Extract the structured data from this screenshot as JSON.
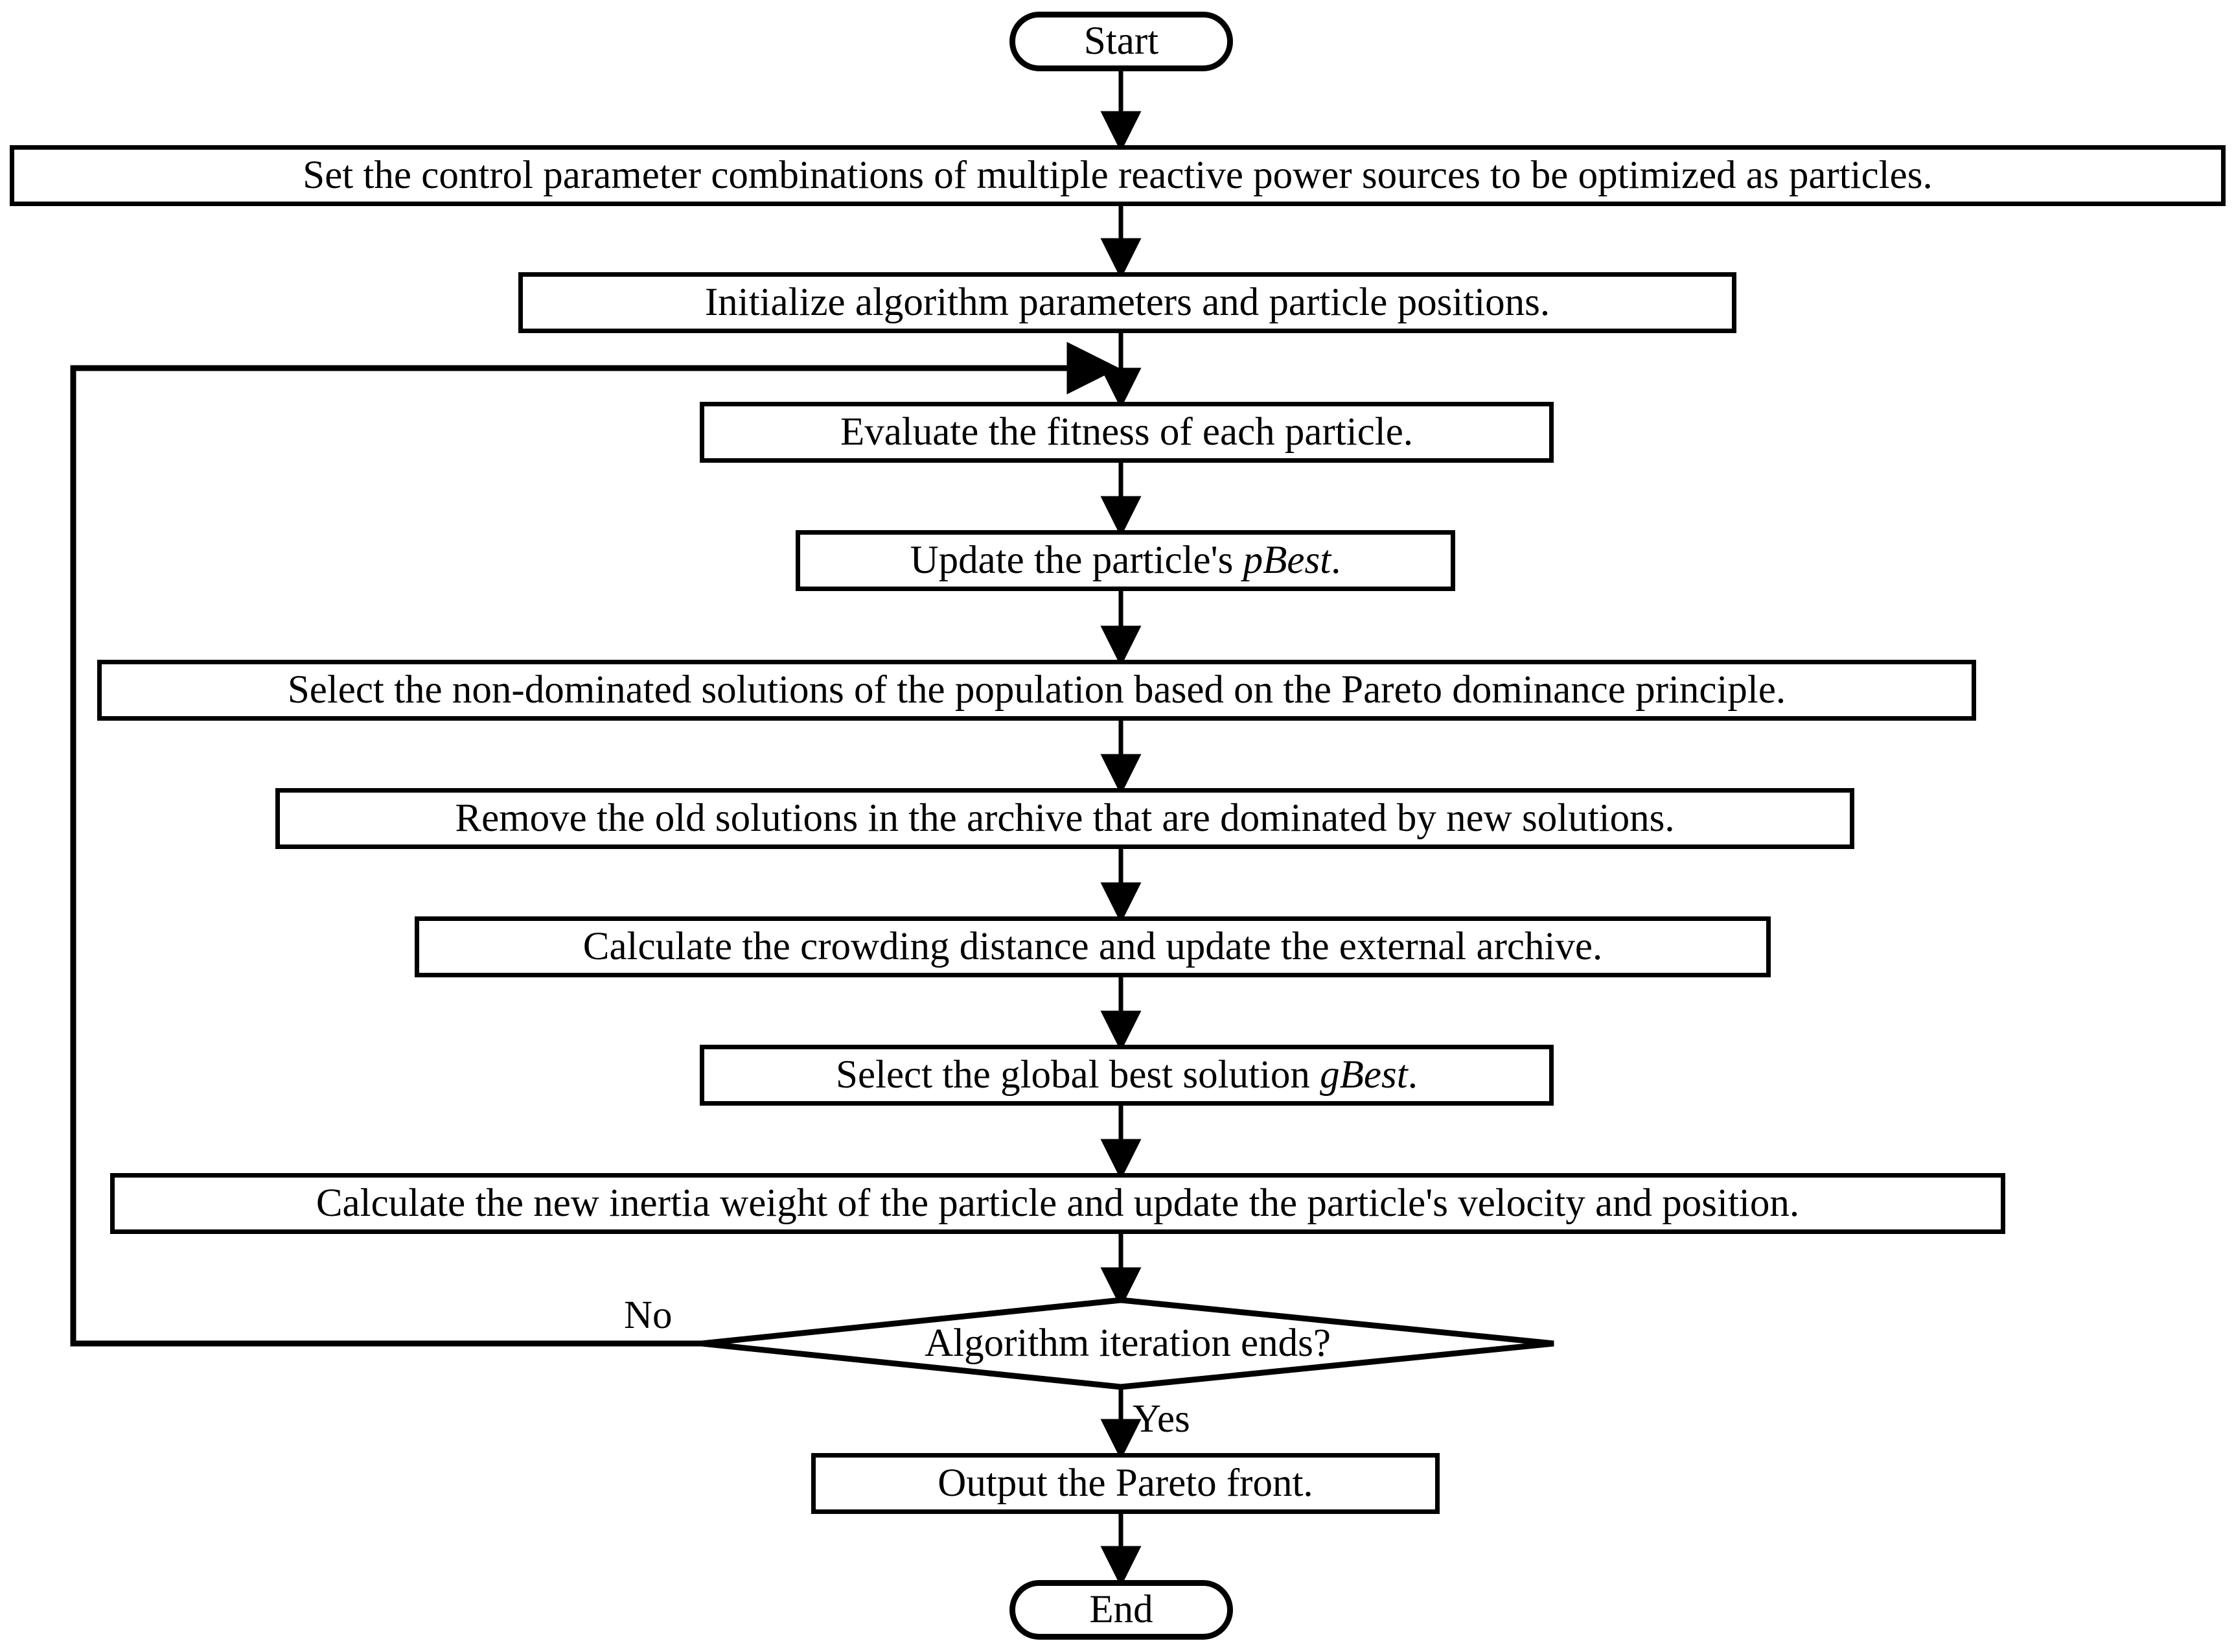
{
  "diagram": {
    "type": "flowchart",
    "title": "MOPSO reactive power optimization flowchart",
    "orientation": "top-to-bottom",
    "line_color": "#000000",
    "fill_color": "#ffffff",
    "nodes": [
      {
        "id": "start",
        "shape": "terminator",
        "label": "Start"
      },
      {
        "id": "set_params",
        "shape": "process",
        "label": "Set the control parameter combinations of multiple reactive power sources to be optimized as particles."
      },
      {
        "id": "init",
        "shape": "process",
        "label": "Initialize algorithm parameters and particle positions."
      },
      {
        "id": "evaluate",
        "shape": "process",
        "label": "Evaluate the fitness of each particle."
      },
      {
        "id": "pbest",
        "shape": "process",
        "label_pre": "Update the particle's ",
        "label_italic": "pBest",
        "label_post": "."
      },
      {
        "id": "nondom",
        "shape": "process",
        "label": "Select the non-dominated solutions of the population based on the Pareto dominance principle."
      },
      {
        "id": "remove_old",
        "shape": "process",
        "label": "Remove the old solutions in the archive that are dominated by new solutions."
      },
      {
        "id": "crowding",
        "shape": "process",
        "label": "Calculate the crowding distance and update the external archive."
      },
      {
        "id": "gbest",
        "shape": "process",
        "label_pre": "Select the global best solution ",
        "label_italic": "gBest",
        "label_post": "."
      },
      {
        "id": "inertia",
        "shape": "process",
        "label": "Calculate the new inertia weight of the particle and update the particle's velocity and position."
      },
      {
        "id": "decision",
        "shape": "decision",
        "label": "Algorithm iteration ends?"
      },
      {
        "id": "output",
        "shape": "process",
        "label": "Output the Pareto front."
      },
      {
        "id": "end",
        "shape": "terminator",
        "label": "End"
      }
    ],
    "edge_labels": {
      "no": "No",
      "yes": "Yes"
    },
    "edges": [
      {
        "from": "start",
        "to": "set_params"
      },
      {
        "from": "set_params",
        "to": "init"
      },
      {
        "from": "init",
        "to": "evaluate"
      },
      {
        "from": "evaluate",
        "to": "pbest"
      },
      {
        "from": "pbest",
        "to": "nondom"
      },
      {
        "from": "nondom",
        "to": "remove_old"
      },
      {
        "from": "remove_old",
        "to": "crowding"
      },
      {
        "from": "crowding",
        "to": "gbest"
      },
      {
        "from": "gbest",
        "to": "inertia"
      },
      {
        "from": "inertia",
        "to": "decision"
      },
      {
        "from": "decision",
        "to": "evaluate",
        "label": "No"
      },
      {
        "from": "decision",
        "to": "output",
        "label": "Yes"
      },
      {
        "from": "output",
        "to": "end"
      }
    ]
  }
}
